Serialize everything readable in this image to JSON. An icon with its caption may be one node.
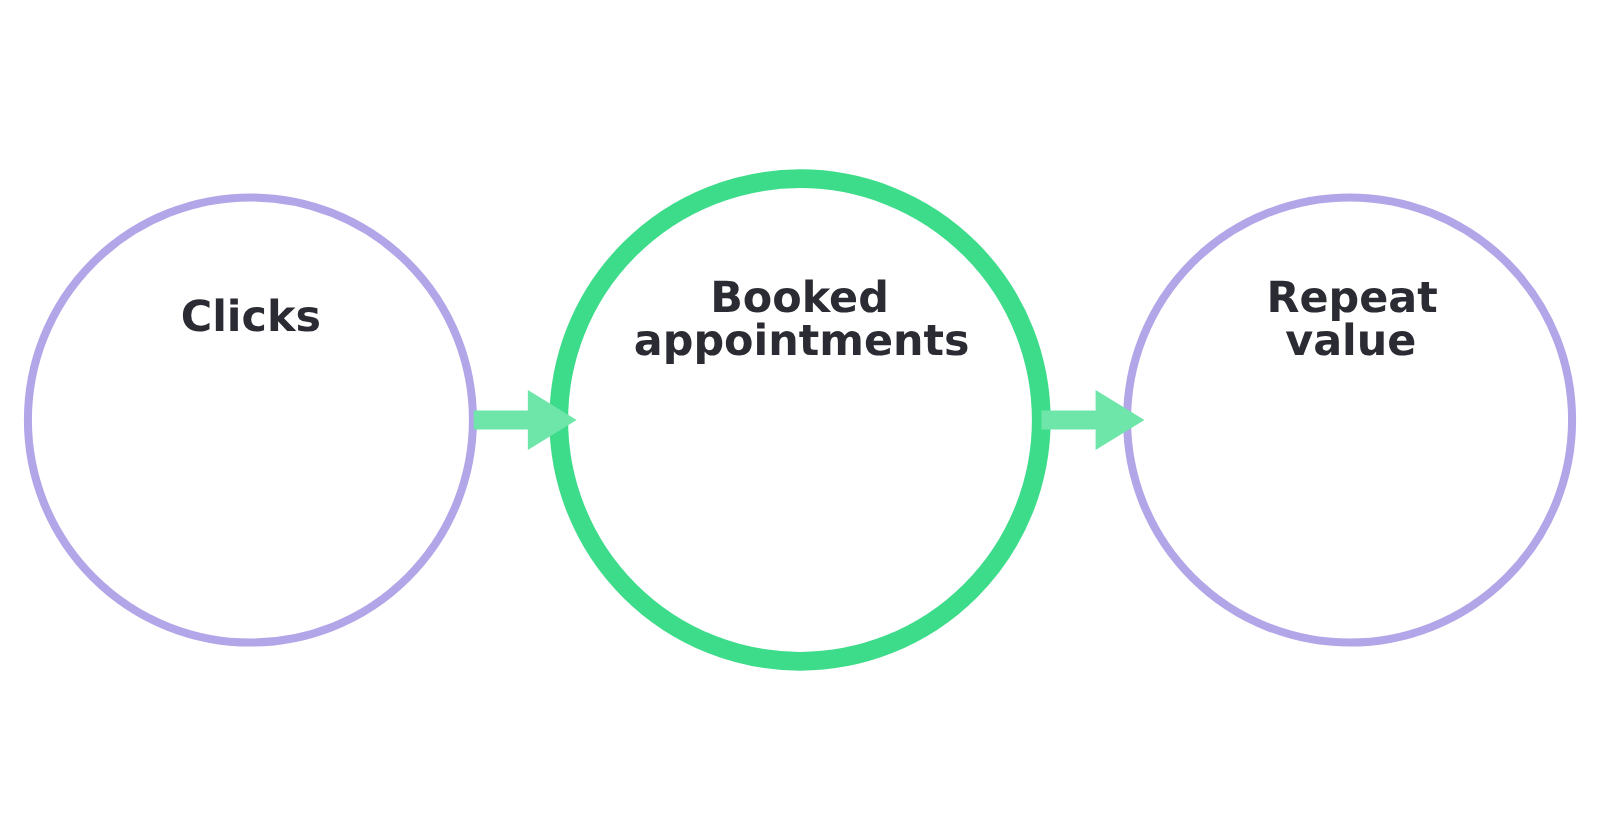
{
  "diagram": {
    "nodes": [
      {
        "text": [
          "Clicks"
        ]
      },
      {
        "text": [
          "Booked appointments"
        ]
      },
      {
        "text": [
          "Repeat value"
        ]
      }
    ],
    "edges": [
      {
        "from": 0,
        "to": 1,
        "arrow": "to"
      },
      {
        "from": 1,
        "to": 2,
        "arrow": "to"
      }
    ]
  }
}
